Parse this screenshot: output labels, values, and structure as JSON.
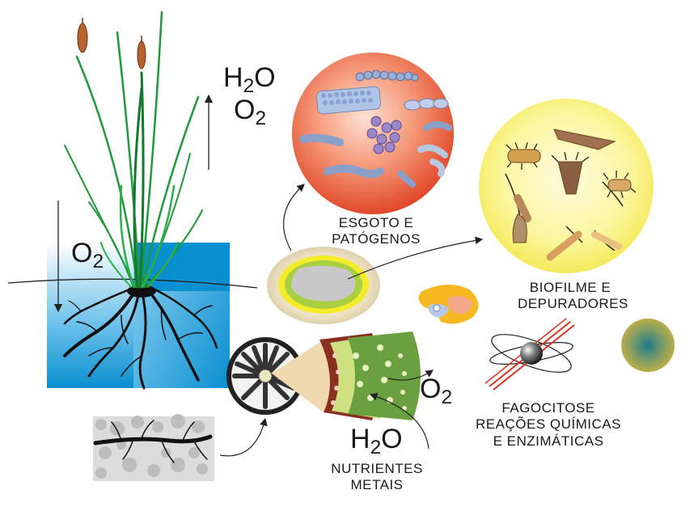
{
  "labels": {
    "h2o_top": "H",
    "h2o_top_sub": "2",
    "h2o_top_suffix": "O",
    "o2_top": "O",
    "o2_top_sub": "2",
    "o2_left": "O",
    "o2_left_sub": "2",
    "o2_right": "O",
    "o2_right_sub": "2",
    "h2o_bottom": "H",
    "h2o_bottom_sub": "2",
    "h2o_bottom_suffix": "O",
    "sewage_line1": "ESGOTO E",
    "sewage_line2": "PATÓGENOS",
    "biofilm_line1": "BIOFILME E",
    "biofilm_line2": "DEPURADORES",
    "phago_line1": "FAGOCITOSE",
    "phago_line2": "REAÇÕES QUÍMICAS",
    "phago_line3": "E ENZIMÁTICAS",
    "nutr_line1": "NUTRIENTES",
    "nutr_line2": "METAIS"
  },
  "colors": {
    "water_blue": "#0a8fd0",
    "stem_green": "#1f9a3a",
    "cattail_brown": "#b4622e",
    "sewage_red": "#e85a3a",
    "biofilm_yellow": "#f3ee7a",
    "root_black": "#111111"
  }
}
